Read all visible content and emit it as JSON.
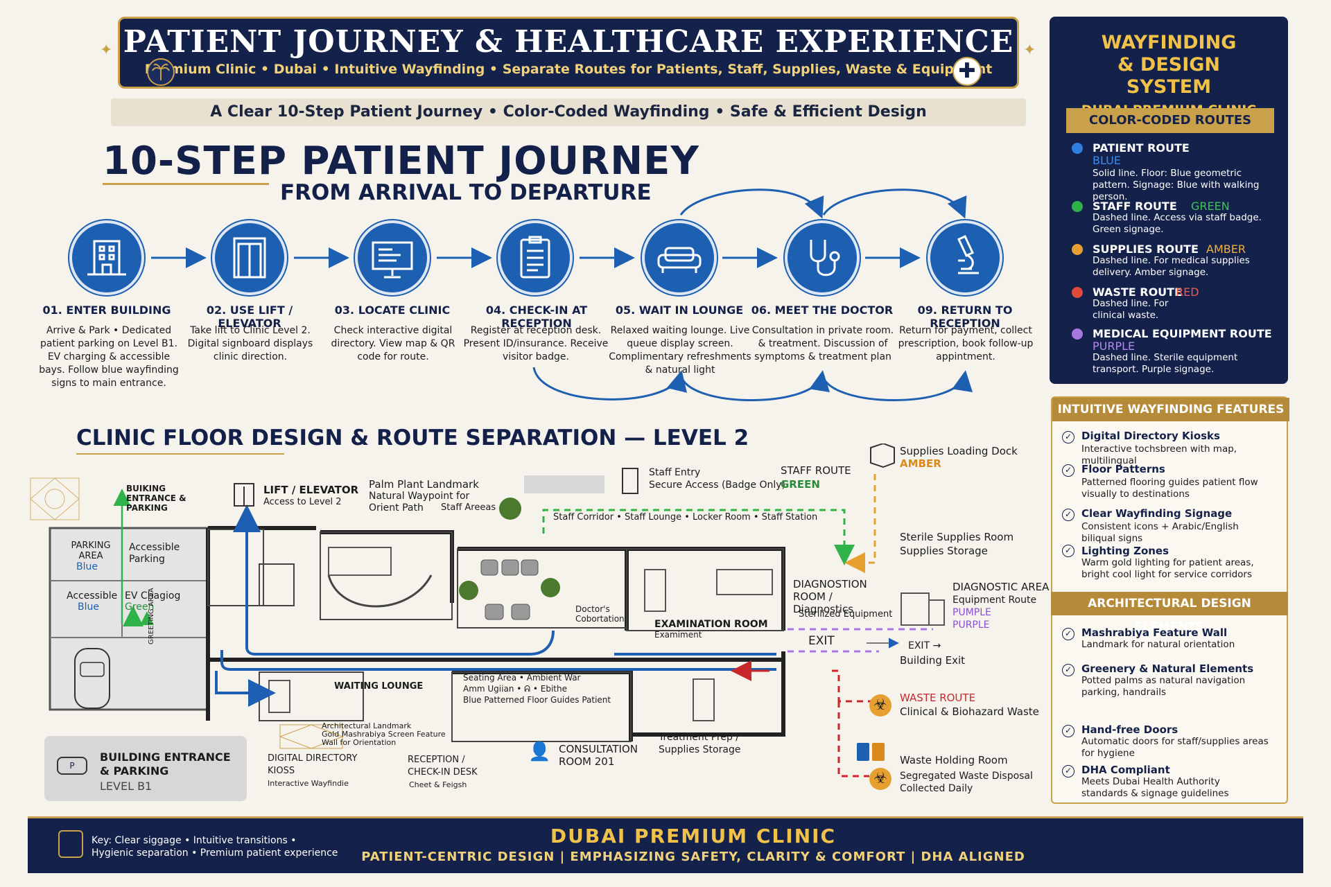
{
  "banner": {
    "title": "PATIENT JOURNEY & HEALTHCARE EXPERIENCE",
    "subtitle": "Premium Clinic • Dubai • Intuitive Wayfinding • Separate Routes for Patients, Staff, Supplies, Waste & Equipment"
  },
  "tagline": "A Clear 10-Step Patient Journey • Color-Coded Wayfinding • Safe & Efficient Design",
  "journey": {
    "title": "10-STEP PATIENT JOURNEY",
    "subtitle": "FROM ARRIVAL TO DEPARTURE",
    "steps": [
      {
        "title": "01. ENTER BUILDING",
        "desc": "Arrive & Park • Dedicated patient parking on Level B1. EV charging & accessible bays. Follow blue wayfinding signs to main entrance.",
        "icon": "building-icon"
      },
      {
        "title": "02. USE LIFT / ELEVATOR",
        "desc": "Take lift to Clinic Level 2. Digital signboard displays clinic direction.",
        "icon": "elevator-icon"
      },
      {
        "title": "03. LOCATE CLINIC",
        "desc": "Check interactive digital directory. View map & QR code for route.",
        "icon": "monitor-icon"
      },
      {
        "title": "04. CHECK-IN AT RECEPTION",
        "desc": "Register at reception desk. Present ID/insurance. Receive visitor badge.",
        "icon": "clipboard-icon"
      },
      {
        "title": "05. WAIT IN LOUNGE",
        "desc": "Relaxed waiting lounge. Live queue display screen. Complimentary refreshments & natural light",
        "icon": "sofa-icon"
      },
      {
        "title": "06. MEET THE DOCTOR",
        "desc": "Consultation in private room. & treatment. Discussion of symptoms & treatment plan",
        "icon": "stethoscope-icon"
      },
      {
        "title": "09. RETURN TO RECEPTION",
        "desc": "Return for payment, collect prescription, book follow-up appintment.",
        "icon": "microscope-icon"
      }
    ]
  },
  "floor": {
    "title": "CLINIC FLOOR DESIGN & ROUTE SEPARATION — LEVEL 2",
    "labels": {
      "building_entrance_parking": "BUIKING ENTRANCE & PARKING",
      "lift": "LIFT / ELEVATOR",
      "lift_sub": "Access to Level 2",
      "palm": "Palm Plant Landmark",
      "palm_sub": "Natural Waypoint for Orient Path",
      "staff_areas": "Staff Areeas",
      "staff_entry": "Staff Entry",
      "staff_entry_sub": "Secure Access (Badge Only)",
      "staff_route": "STAFF ROUTE",
      "staff_route_color": "GREEN",
      "staff_corridor": "Staff Corridor • Staff Lounge • Locker Room • Staff Station",
      "supplies_dock": "Supplies Loading Dock",
      "supplies_dock_color": "AMBER",
      "sterile_room": "Sterile Supplies Room",
      "sterile_sub": "Supplies Storage",
      "parking_area": "PARKING AREA",
      "parking_blue": "Blue",
      "accessible_parking": "Accessible Parking",
      "accessible": "Accessible",
      "accessible_blue": "Blue",
      "ev": "EV Chagiog",
      "ev_green": "Green",
      "greeting": "GREETING AREA",
      "doctor_corr": "Doctor's Cobortation",
      "exam_room": "EXAMINATION ROOM",
      "exam_sub": "Examiment",
      "diag_room": "DIAGNOSTION ROOM / Diagnostics",
      "diag_sub": "Sterilized Equipment",
      "diag_area": "DIAGNOSTIC AREA",
      "diag_area_sub": "Equipment Route",
      "diag_purple1": "PUMPLE",
      "diag_purple2": "PURPLE",
      "exit": "EXIT",
      "exit2": "EXIT →",
      "building_exit": "Building Exit",
      "waiting_lounge": "WAITING LOUNGE",
      "seating": "Seating Area • Ambient War",
      "seating2": "Amm Ugiian • ᕱ • Ebithe",
      "seating3": "Blue Patterned Floor Guides Patient",
      "arch_landmark": "Architectural Landmark",
      "arch_landmark2": "Gold Mashrabiya Screen Feature",
      "arch_landmark3": "Wall for Orientation",
      "waste_route": "WASTE ROUTE",
      "waste_sub": "Clinical & Biohazard Waste",
      "waste_room": "Waste Holding Room",
      "waste_room_sub": "Segregated Waste Disposal",
      "waste_room_sub2": "Collected Daily",
      "treatment": "Treatment Prep /",
      "treatment2": "Supplies Storage",
      "consultation": "CONSULTATION",
      "consultation2": "ROOM 201",
      "directory": "DIGITAL DIRECTORY",
      "directory2": "KIOSS",
      "directory3": "Interactive Wayfindie",
      "reception": "RECEPTION /",
      "reception2": "CHECK-IN DESK",
      "reception3": "Cheet & Feigsh",
      "b1_title": "BUILDING ENTRANCE",
      "b1_title2": "& PARKING",
      "b1_level": "LEVEL B1"
    }
  },
  "panel": {
    "title": "WAYFINDING & DESIGN SYSTEM",
    "subtitle": "DUBAI PREMIUM CLINIC",
    "routes_heading": "COLOR-CODED ROUTES",
    "routes": [
      {
        "name": "PATIENT ROUTE",
        "color_name": "BLUE",
        "color": "#2f7fe0",
        "desc": "Solid line. Floor: Blue geometric pattern. Signage: Blue with walking person."
      },
      {
        "name": "STAFF ROUTE",
        "color_name": "GREEN",
        "color": "#2fb24a",
        "desc": "Dashed line. Access via staff badge. Green signage."
      },
      {
        "name": "SUPPLIES ROUTE",
        "color_name": "AMBER",
        "color": "#e5a030",
        "desc": "Dashed line. For medical supplies delivery. Amber signage."
      },
      {
        "name": "WASTE ROUTE",
        "color_name": "RED",
        "color": "#e04a3a",
        "desc": "Dashed line. For clinical waste."
      },
      {
        "name": "MEDICAL EQUIPMENT ROUTE",
        "color_name": "PURPLE",
        "color": "#a779e0",
        "desc": "Dashed line. Sterile equipment transport. Purple signage."
      }
    ],
    "wayfinding_heading": "INTUITIVE WAYFINDING FEATURES",
    "wayfinding": [
      {
        "name": "Digital Directory Kiosks",
        "desc": "Interactive tochsbreen with map, multilingual"
      },
      {
        "name": "Floor Patterns",
        "desc": "Patterned flooring guides patient flow visually to destinations"
      },
      {
        "name": "Clear Wayfinding Signage",
        "desc": "Consistent icons + Arabic/English biliqual signs"
      },
      {
        "name": "Lighting Zones",
        "desc": "Warm gold lighting for patient areas, bright cool light for service corridors"
      }
    ],
    "arch_heading": "ARCHITECTURAL DESIGN ELEMENTS",
    "arch": [
      {
        "name": "Mashrabiya Feature Wall",
        "desc": "Landmark for natural orientation"
      },
      {
        "name": "Greenery & Natural Elements",
        "desc": "Potted palms as natural navigation parking, handrails"
      },
      {
        "name": "Hand-free Doors",
        "desc": "Automatic doors for staff/supplies areas for hygiene"
      },
      {
        "name": "DHA Compliant",
        "desc": "Meets Dubai Health Authority standards & signage guidelines"
      }
    ]
  },
  "footer": {
    "title": "DUBAI PREMIUM CLINIC",
    "subtitle": "PATIENT-CENTRIC DESIGN | EMPHASIZING SAFETY, CLARITY & COMFORT | DHA ALIGNED",
    "key": "Key: Clear siggage • Intuitive transitions • Hygienic separation • Premium patient experience"
  },
  "colors": {
    "navy": "#14214a",
    "gold": "#c9a14a",
    "patient_blue": "#1d5fb0",
    "staff_green": "#2fb24a",
    "supplies_amber": "#e5a030",
    "waste_red": "#c8282b",
    "equipment_purple": "#a779e0"
  }
}
